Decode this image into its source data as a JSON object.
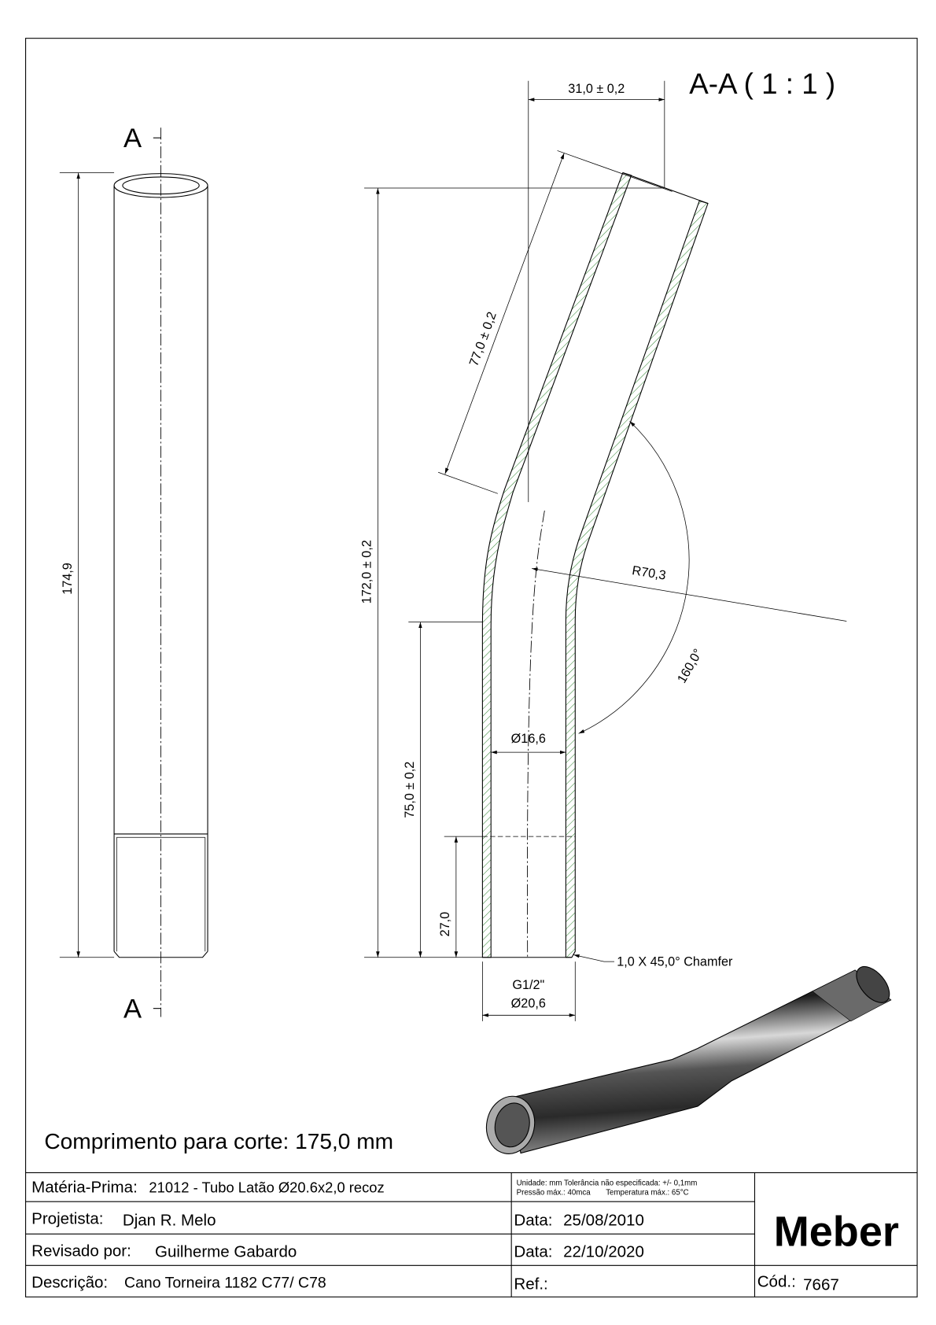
{
  "drawing": {
    "section_title": "A-A ( 1 : 1 )",
    "section_mark_top": "A",
    "section_mark_bottom": "A",
    "dims": {
      "overall_length": "174,9",
      "offset": "31,0 ± 0,2",
      "upper_length": "77,0 ± 0,2",
      "height": "172,0 ± 0,2",
      "lower_length": "75,0 ± 0,2",
      "thread_length": "27,0",
      "bend_radius": "R70,3",
      "bend_angle": "160,0°",
      "inner_diameter": "Ø16,6",
      "thread_spec": "G1/2\"",
      "outer_diameter": "Ø20,6",
      "chamfer": "1,0 X 45,0° Chamfer"
    },
    "cut_length": "Comprimento para corte: 175,0 mm"
  },
  "title_block": {
    "material_label": "Matéria-Prima:",
    "material_value": "21012 - Tubo Latão Ø20.6x2,0 recoz",
    "notes_line1": "Unidade: mm Tolerância não especificada: +/- 0,1mm",
    "notes_line2_a": "Pressão máx.: 40mca",
    "notes_line2_b": "Temperatura máx.: 65°C",
    "designer_label": "Projetista:",
    "designer_value": "Djan R. Melo",
    "date1_label": "Data:",
    "date1_value": "25/08/2010",
    "reviewer_label": "Revisado por:",
    "reviewer_value": "Guilherme Gabardo",
    "date2_label": "Data:",
    "date2_value": "22/10/2020",
    "description_label": "Descrição:",
    "description_value": "Cano Torneira 1182 C77/ C78",
    "ref_label": "Ref.:",
    "code_label": "Cód.:",
    "code_value": "7667",
    "logo": "Meber"
  }
}
